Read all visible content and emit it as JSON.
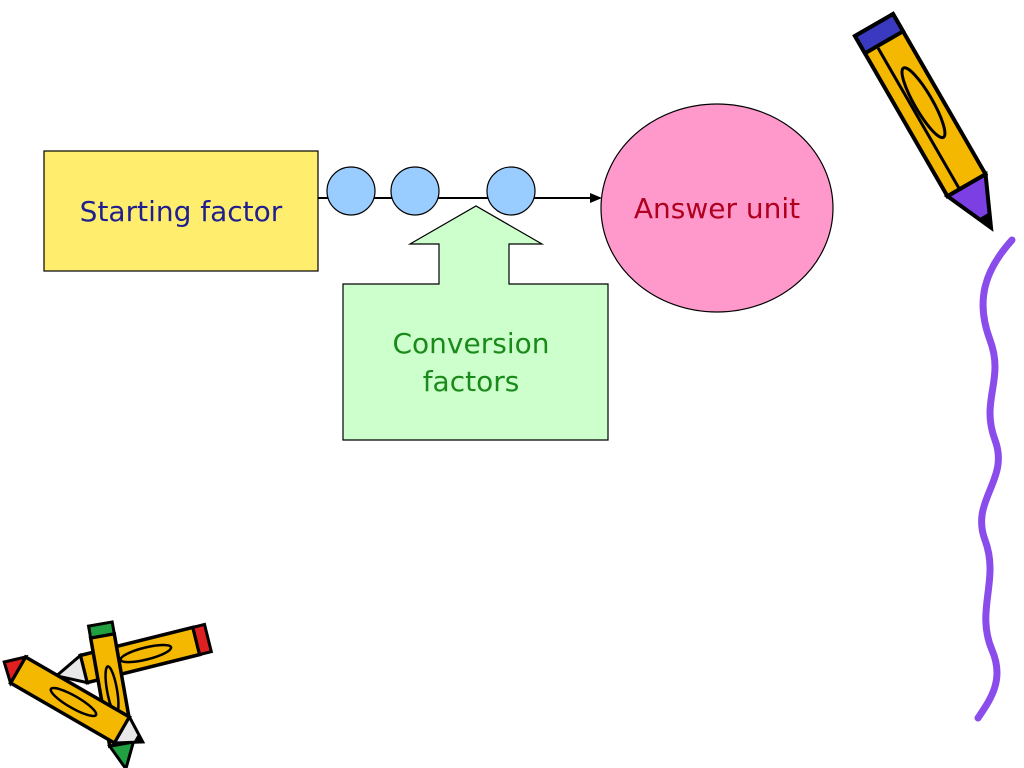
{
  "diagram": {
    "nodes": {
      "starting_factor": {
        "label": "Starting factor",
        "fill": "#FFEE6E",
        "text_color": "#1F1F8F"
      },
      "answer_unit": {
        "label": "Answer unit",
        "fill": "#FF99CC",
        "text_color": "#B00020"
      },
      "conversion_factors": {
        "label_line1": "Conversion",
        "label_line2": "factors",
        "fill": "#CCFFCC",
        "text_color": "#1A8A1A"
      }
    },
    "chain": {
      "circle_count": 3,
      "circle_fill": "#99CCFF"
    },
    "decorations": [
      "pencil-icon",
      "crossed-pencils-icon",
      "wavy-line"
    ],
    "colors": {
      "stroke": "#000000",
      "pencil_body": "#F5B800",
      "pencil_tip": "#7B3FE4",
      "pencil_eraser_red": "#E02020",
      "pencil_eraser_green": "#20A040",
      "wave": "#8A4DEB"
    }
  }
}
